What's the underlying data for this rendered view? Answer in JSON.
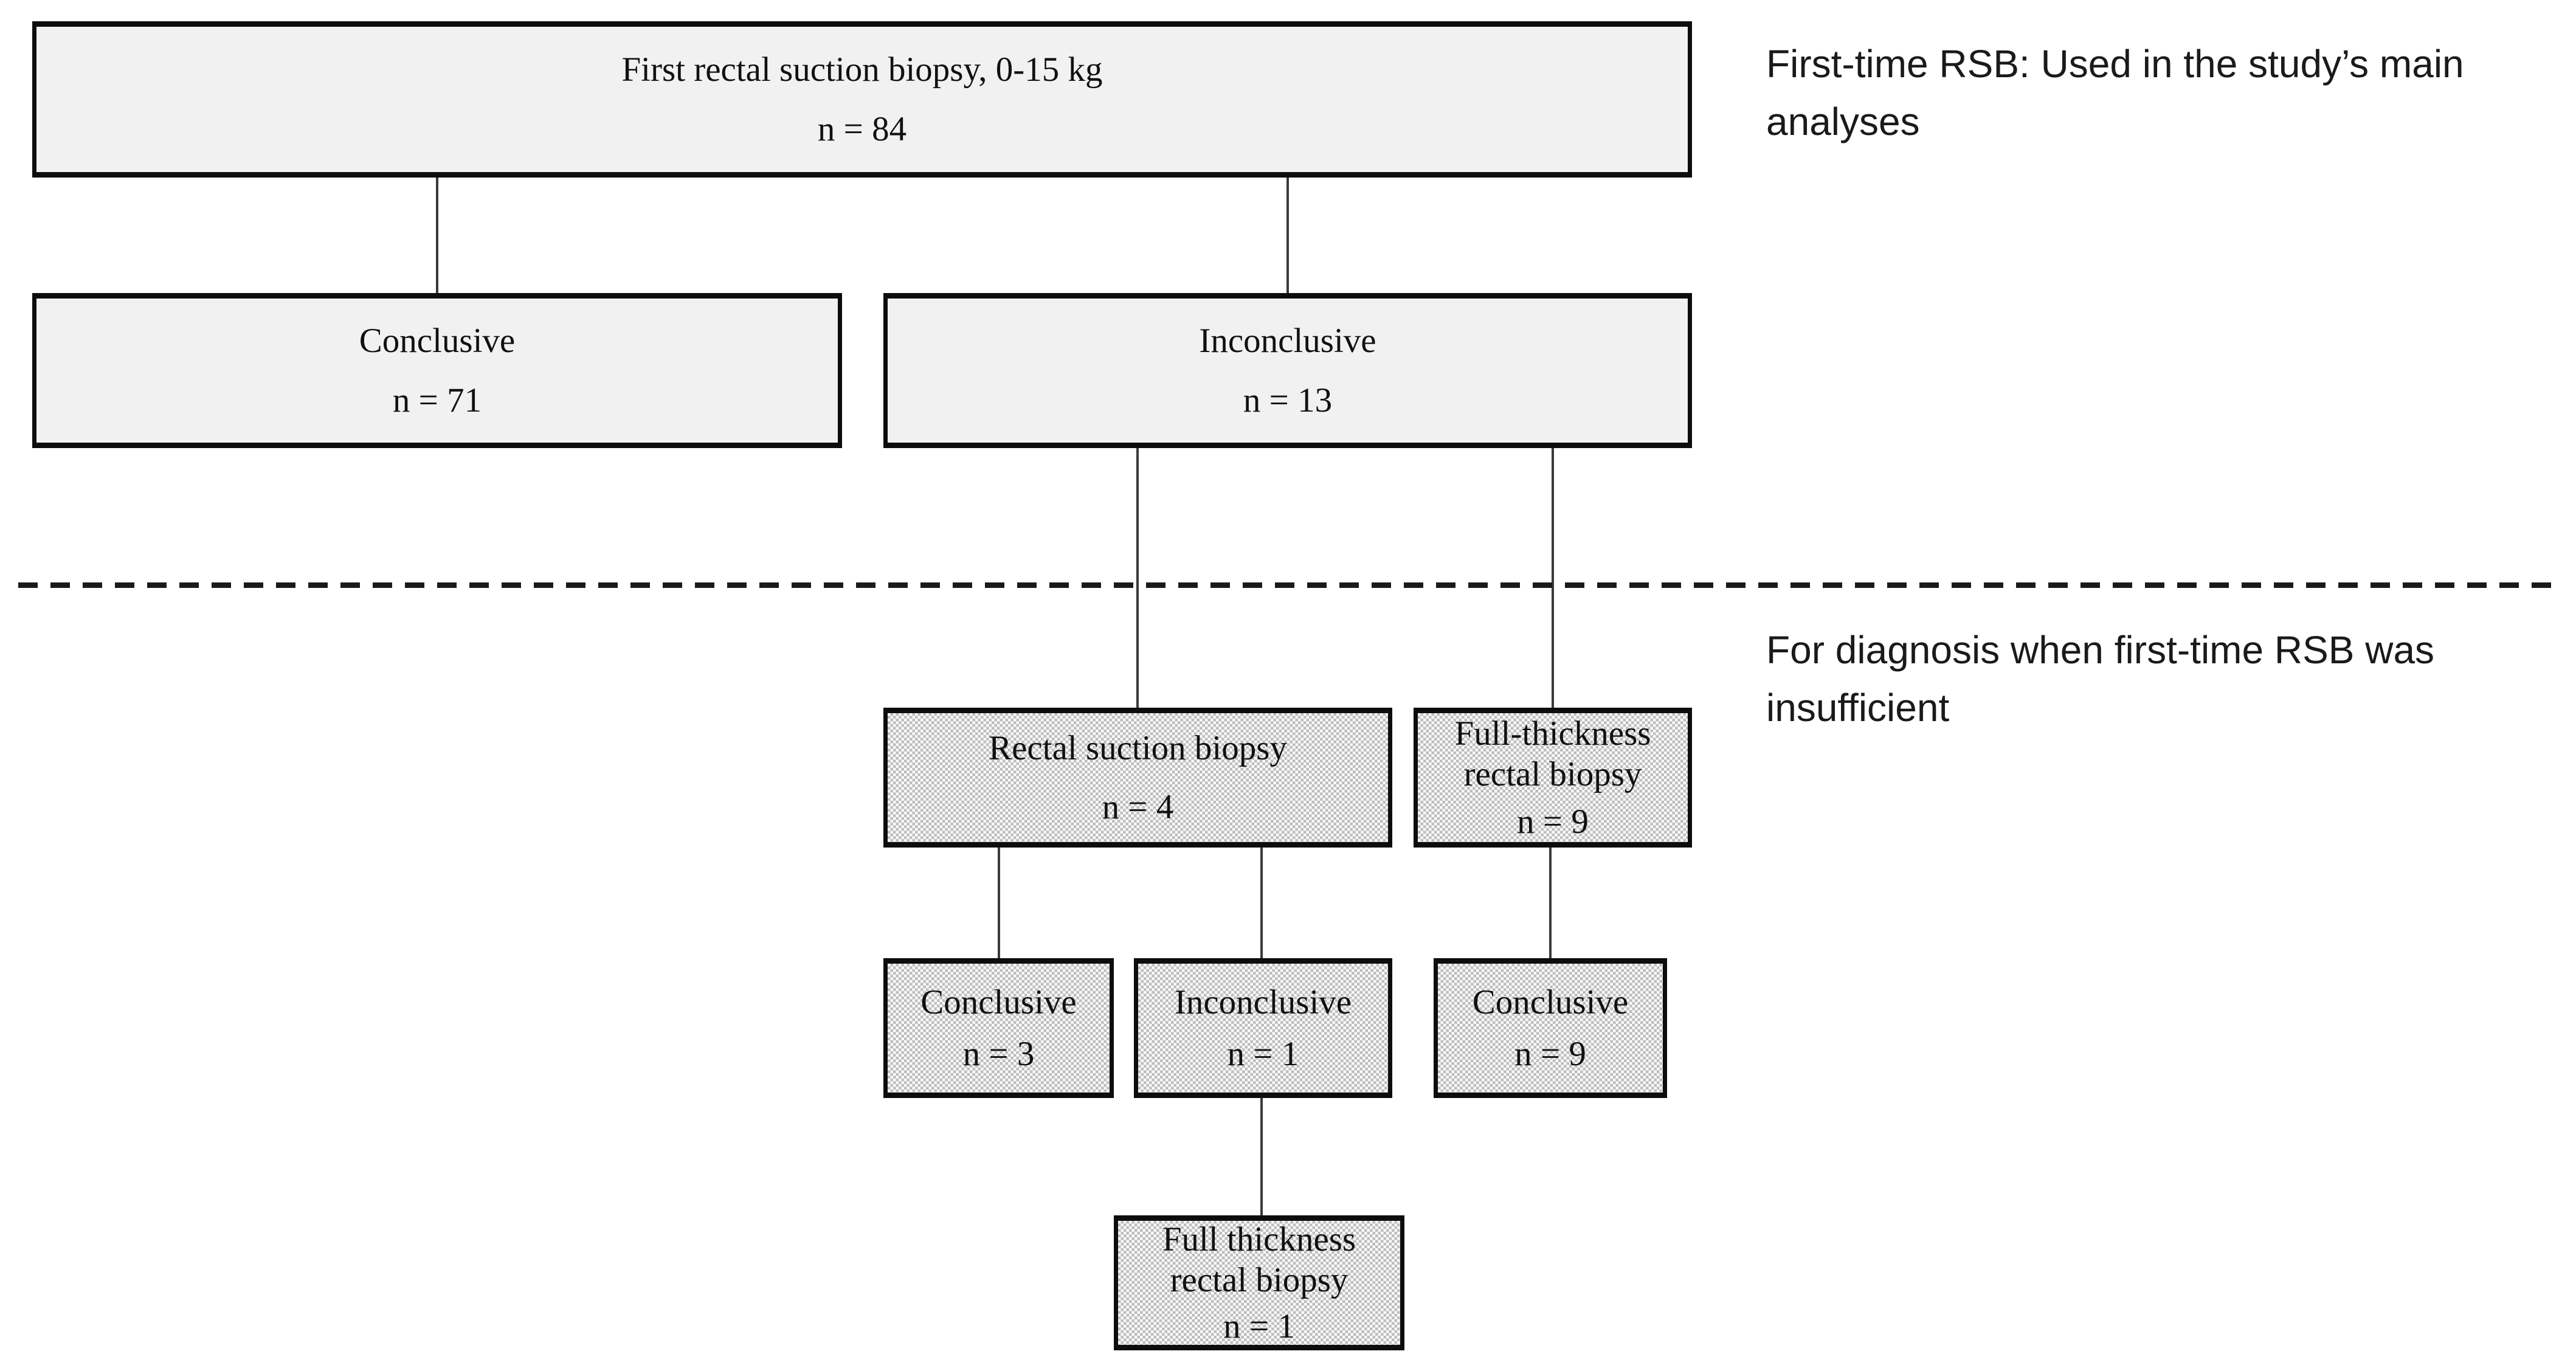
{
  "canvas": {
    "width": "4237",
    "height": "2255",
    "background": "#ffffff"
  },
  "colors": {
    "box_fill": "#f1f1f1",
    "box_border": "#0d0d0d",
    "hatch_dot": "#bdbdbd",
    "connector": "#3a3a3a",
    "dashed_divider": "#1a1a1a"
  },
  "annotations": {
    "top_right": "First-time RSB: Used in the study’s main analyses",
    "below_divider": "For diagnosis when first-time RSB was insufficient"
  },
  "nodes": [
    {
      "id": "first-rsb",
      "label": "First rectal suction biopsy, 0-15 kg",
      "n": "n = 84",
      "style": "plain"
    },
    {
      "id": "conclusive-71",
      "label": "Conclusive",
      "n": "n = 71",
      "style": "plain"
    },
    {
      "id": "inconclusive-13",
      "label": "Inconclusive",
      "n": "n = 13",
      "style": "plain"
    },
    {
      "id": "rsb-4",
      "label": "Rectal suction biopsy",
      "n": "n = 4",
      "style": "hatched"
    },
    {
      "id": "ftrb-9",
      "label": "Full-thickness rectal biopsy",
      "n": "n = 9",
      "style": "hatched"
    },
    {
      "id": "conclusive-3",
      "label": "Conclusive",
      "n": "n = 3",
      "style": "hatched"
    },
    {
      "id": "inconclusive-1",
      "label": "Inconclusive",
      "n": "n = 1",
      "style": "hatched"
    },
    {
      "id": "conclusive-9",
      "label": "Conclusive",
      "n": "n = 9",
      "style": "hatched"
    },
    {
      "id": "ftrb-1",
      "label": "Full thickness rectal biopsy",
      "n": "n = 1",
      "style": "hatched"
    }
  ]
}
